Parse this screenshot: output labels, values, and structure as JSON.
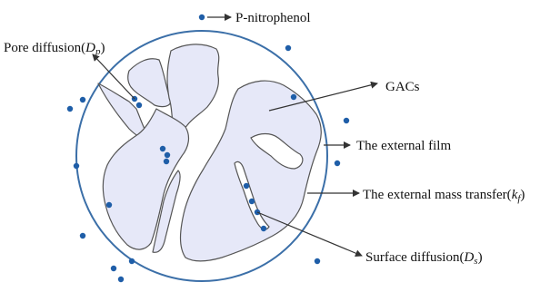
{
  "labels": {
    "p_nitrophenol": "P-nitrophenol",
    "pore_diffusion": "Pore diffusion(",
    "pore_diffusion_symbol": "D",
    "pore_diffusion_sub": "p",
    "gacs": "GACs",
    "external_film": "The external film",
    "external_mass_transfer": "The external mass transfer(",
    "external_mass_transfer_symbol": "k",
    "external_mass_transfer_sub": "f",
    "surface_diffusion": "Surface diffusion(",
    "surface_diffusion_symbol": "D",
    "surface_diffusion_sub": "s",
    "close_paren": ")"
  },
  "colors": {
    "film_circle": "#3b6fa8",
    "granule_fill": "#e6e8f8",
    "granule_stroke": "#555555",
    "molecule": "#1f5ea8",
    "arrow": "#333333"
  }
}
